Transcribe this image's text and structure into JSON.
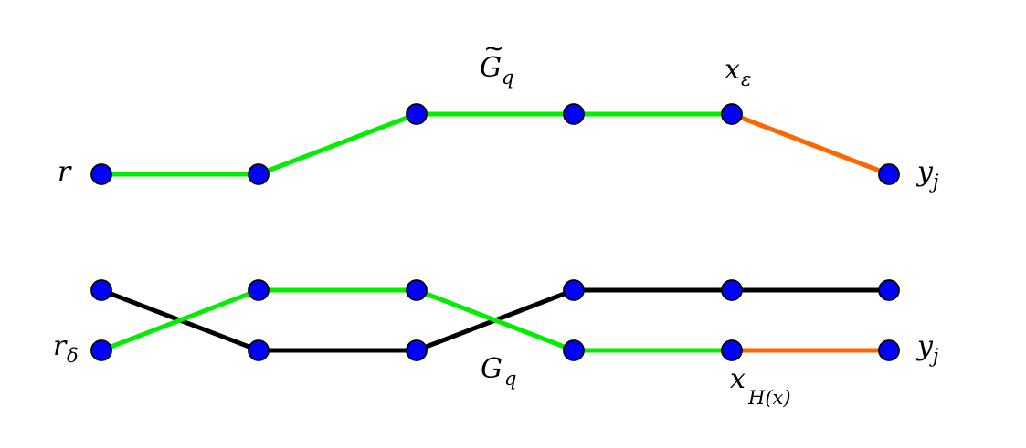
{
  "colors": {
    "green": "#00ee00",
    "orange": "#ff6600",
    "black": "#000000",
    "node_fill": "#0000ff",
    "background": "#ffffff"
  },
  "labels": {
    "r": "r",
    "r_delta_base": "r",
    "r_delta_sub": "δ",
    "g_tilde_base": "G",
    "g_tilde_accent": "~",
    "g_tilde_sub": "q",
    "x_eps_base": "x",
    "x_eps_sub": "ε",
    "y_top_base": "y",
    "y_top_sub": "j",
    "y_bot_base": "y",
    "y_bot_sub": "j",
    "g_bot_base": "G",
    "g_bot_sub": "q",
    "x_h_base": "x",
    "x_h_sub": "H(x)"
  },
  "graph": {
    "top_path": [
      {
        "from": "t0",
        "to": "t1",
        "color": "green"
      },
      {
        "from": "t1",
        "to": "t2",
        "color": "green"
      },
      {
        "from": "t2",
        "to": "t3",
        "color": "green"
      },
      {
        "from": "t3",
        "to": "t4",
        "color": "green"
      },
      {
        "from": "t4",
        "to": "t5",
        "color": "orange"
      }
    ],
    "bottom_edges": [
      {
        "from": "a0",
        "to": "b1",
        "color": "black"
      },
      {
        "from": "b1",
        "to": "b2",
        "color": "black"
      },
      {
        "from": "b2",
        "to": "a3",
        "color": "black"
      },
      {
        "from": "a3",
        "to": "a4",
        "color": "black"
      },
      {
        "from": "a4",
        "to": "a5",
        "color": "black"
      },
      {
        "from": "b0",
        "to": "a1",
        "color": "green"
      },
      {
        "from": "a1",
        "to": "a2",
        "color": "green"
      },
      {
        "from": "a2",
        "to": "b3",
        "color": "green"
      },
      {
        "from": "b3",
        "to": "b4",
        "color": "green"
      },
      {
        "from": "b4",
        "to": "b5",
        "color": "orange"
      }
    ]
  }
}
